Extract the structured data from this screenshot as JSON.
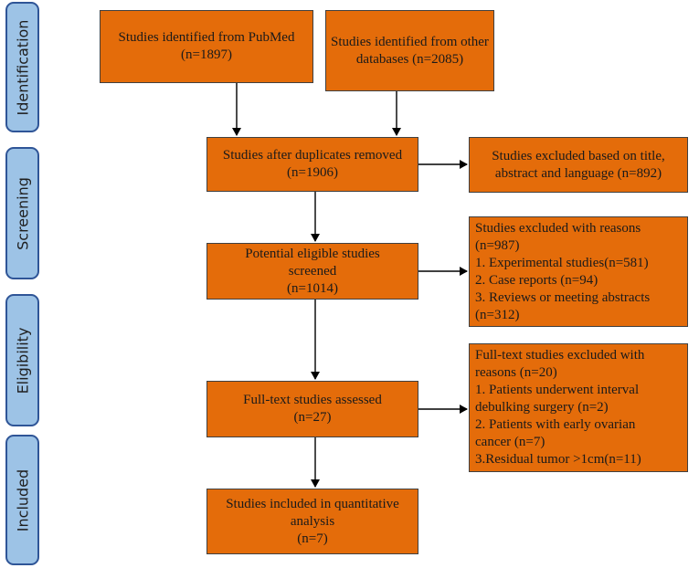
{
  "stages": [
    {
      "id": "identification",
      "label": "Identification"
    },
    {
      "id": "screening",
      "label": "Screening"
    },
    {
      "id": "eligibility",
      "label": "Eligibility"
    },
    {
      "id": "included",
      "label": "Included"
    }
  ],
  "boxes": {
    "pubmed": [
      "Studies identified from PubMed",
      "(n=1897)"
    ],
    "other_databases": [
      "Studies identified from other",
      "databases (n=2085)"
    ],
    "after_duplicates": [
      "Studies after duplicates removed",
      "(n=1906)"
    ],
    "excluded_title": [
      "Studies excluded based on title,",
      "abstract and language (n=892)"
    ],
    "potential_eligible": [
      "Potential eligible studies",
      "screened",
      "(n=1014)"
    ],
    "excluded_reasons": [
      "Studies excluded with reasons",
      "(n=987)",
      "1. Experimental studies(n=581)",
      "2. Case reports (n=94)",
      "3. Reviews or  meeting abstracts",
      "(n=312)"
    ],
    "fulltext_assessed": [
      "Full-text studies assessed",
      "(n=27)"
    ],
    "fulltext_excluded": [
      "Full-text studies excluded with",
      "reasons (n=20)",
      "1. Patients underwent interval",
      "debulking surgery (n=2)",
      "2. Patients with early ovarian",
      "cancer (n=7)",
      "3.Residual tumor >1cm(n=11)"
    ],
    "included_quant": [
      "Studies included in quantitative",
      "analysis",
      "(n=7)"
    ]
  },
  "colors": {
    "box_fill": "#e46c0a",
    "box_border": "#404040",
    "stage_fill": "#9dc3e6",
    "stage_border": "#2f5597",
    "arrow": "#000000"
  }
}
